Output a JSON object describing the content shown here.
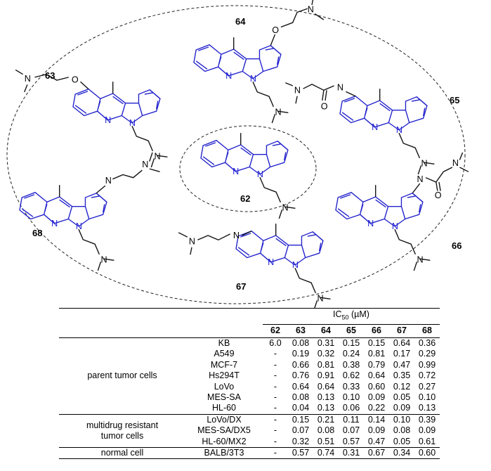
{
  "labels": {
    "c62": "62",
    "c63": "63",
    "c64": "64",
    "c65": "65",
    "c66": "66",
    "c67": "67",
    "c68": "68",
    "N": "N",
    "O": "O"
  },
  "table": {
    "header_ic": "IC",
    "header_sub": "50",
    "header_unit": " (µM)",
    "compounds": [
      "62",
      "63",
      "64",
      "65",
      "66",
      "67",
      "68"
    ],
    "groups": [
      {
        "name_lines": [
          "parent tumor cells"
        ],
        "rows": [
          {
            "cell": "KB",
            "values": [
              "6.0",
              "0.08",
              "0.31",
              "0.15",
              "0.15",
              "0.64",
              "0.36"
            ]
          },
          {
            "cell": "A549",
            "values": [
              "-",
              "0.19",
              "0.32",
              "0.24",
              "0.81",
              "0.17",
              "0.29"
            ]
          },
          {
            "cell": "MCF-7",
            "values": [
              "-",
              "0.66",
              "0.81",
              "0.38",
              "0.79",
              "0.47",
              "0.99"
            ]
          },
          {
            "cell": "Hs294T",
            "values": [
              "-",
              "0.76",
              "0.91",
              "0.62",
              "0.64",
              "0.35",
              "0.72"
            ]
          },
          {
            "cell": "LoVo",
            "values": [
              "-",
              "0.64",
              "0.64",
              "0.33",
              "0.60",
              "0.12",
              "0.27"
            ]
          },
          {
            "cell": "MES-SA",
            "values": [
              "-",
              "0.08",
              "0.13",
              "0.10",
              "0.09",
              "0.05",
              "0.10"
            ]
          },
          {
            "cell": "HL-60",
            "values": [
              "-",
              "0.04",
              "0.13",
              "0.06",
              "0.22",
              "0.09",
              "0.13"
            ]
          }
        ]
      },
      {
        "name_lines": [
          "multidrug resistant",
          "tumor cells"
        ],
        "rows": [
          {
            "cell": "LoVo/DX",
            "values": [
              "-",
              "0.15",
              "0.21",
              "0.11",
              "0.14",
              "0.10",
              "0.39"
            ]
          },
          {
            "cell": "MES-SA/DX5",
            "values": [
              "-",
              "0.07",
              "0.08",
              "0.07",
              "0.09",
              "0.08",
              "0.09"
            ]
          },
          {
            "cell": "HL-60/MX2",
            "values": [
              "-",
              "0.32",
              "0.51",
              "0.57",
              "0.47",
              "0.05",
              "0.61"
            ]
          }
        ]
      },
      {
        "name_lines": [
          "normal cell"
        ],
        "rows": [
          {
            "cell": "BALB/3T3",
            "values": [
              "-",
              "0.57",
              "0.74",
              "0.31",
              "0.67",
              "0.34",
              "0.60"
            ]
          }
        ]
      }
    ]
  },
  "colors": {
    "core": "#2222cc",
    "substituent": "#111111",
    "ellipse": "#222222"
  }
}
